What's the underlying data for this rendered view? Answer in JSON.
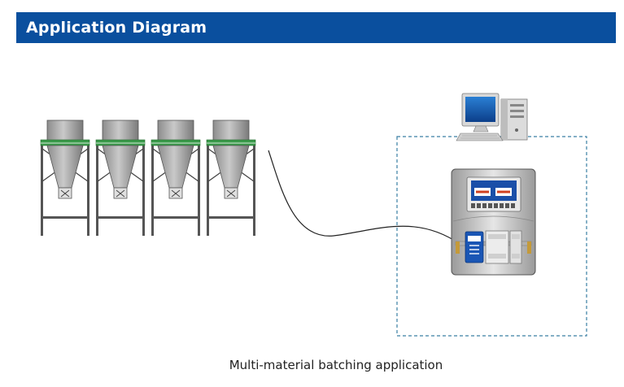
{
  "header": {
    "title": "Application Diagram"
  },
  "caption": "Multi-material batching application",
  "colors": {
    "header_bg": "#0a4f9e",
    "dashed_border": "#3a7fa3"
  },
  "silo_count": 4,
  "icons": [
    "silo-icon",
    "desktop-computer-icon",
    "control-cabinet-icon"
  ]
}
